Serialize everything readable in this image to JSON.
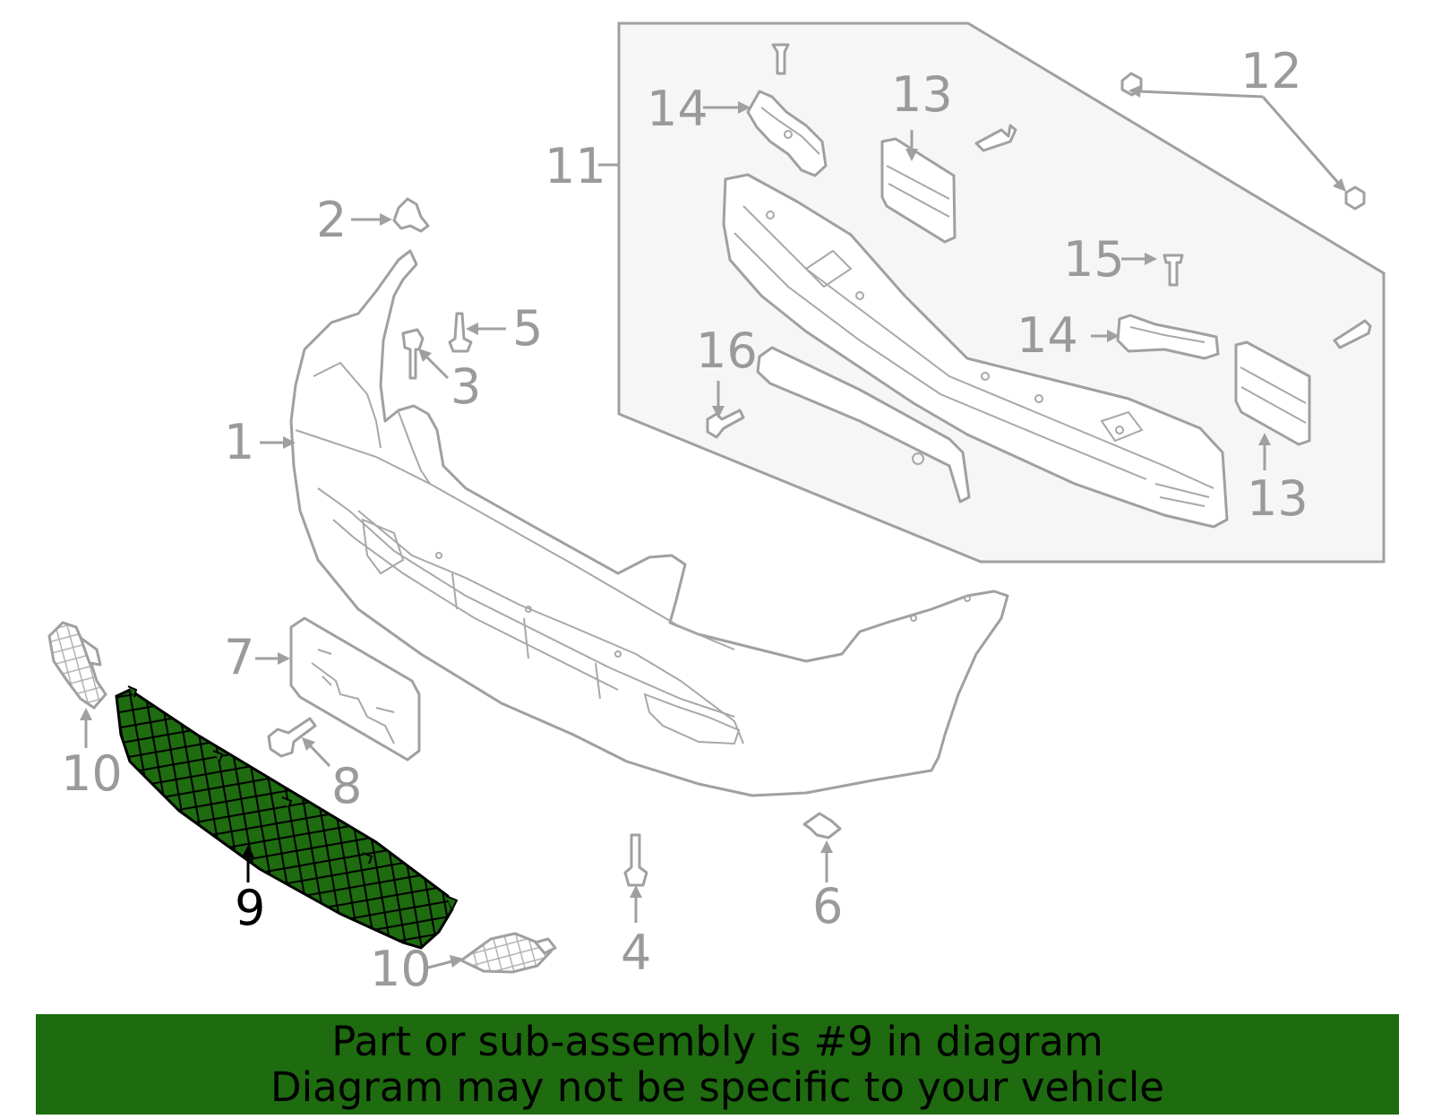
{
  "callouts": {
    "c1": "1",
    "c2": "2",
    "c3": "3",
    "c4": "4",
    "c5": "5",
    "c6": "6",
    "c7": "7",
    "c8": "8",
    "c9": "9",
    "c10a": "10",
    "c10b": "10",
    "c11": "11",
    "c12": "12",
    "c13a": "13",
    "c13b": "13",
    "c14a": "14",
    "c14b": "14",
    "c15": "15",
    "c16": "16"
  },
  "highlighted_part": "9",
  "colors": {
    "highlight": "#1e6b10",
    "line": "#a0a0a0",
    "banner": "#1e6b10"
  },
  "banner": {
    "line1": "Part or sub-assembly is #9 in diagram",
    "line2": "Diagram may not be specific to your vehicle"
  }
}
